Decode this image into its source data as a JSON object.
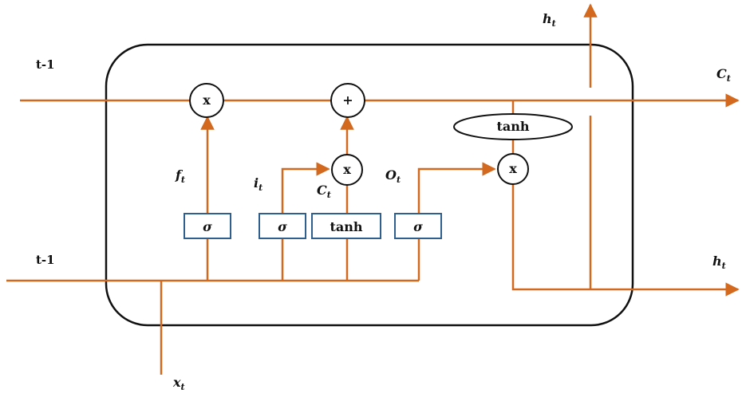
{
  "labels": {
    "c_prev": "t-1",
    "h_prev": "t-1",
    "c_t": "C",
    "c_t_sub": "t",
    "h_t_top": "h",
    "h_t_top_sub": "t",
    "h_t_right": "h",
    "h_t_right_sub": "t",
    "x_t": "x",
    "x_t_sub": "t",
    "f_t": "f",
    "f_t_sub": "t",
    "i_t": "i",
    "i_t_sub": "t",
    "c_cand": "C",
    "c_cand_sub": "t",
    "o_t": "O",
    "o_t_sub": "t"
  },
  "ops": {
    "forget_mult": "x",
    "add": "+",
    "input_mult": "x",
    "output_mult": "x",
    "tanh_cell": "tanh"
  },
  "gates": {
    "forget": "σ",
    "input": "σ",
    "candidate": "tanh",
    "output": "σ"
  },
  "colors": {
    "wire": "#d2691e",
    "gate_border": "#2e5f8f",
    "outline": "#111111"
  }
}
